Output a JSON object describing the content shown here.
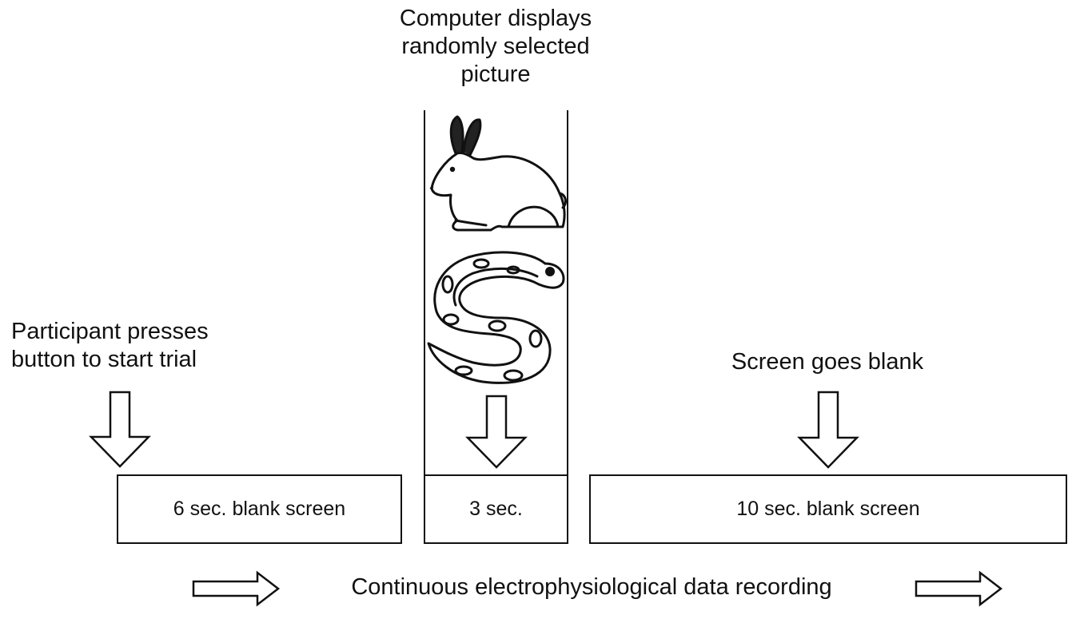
{
  "labels": {
    "computer_display": "Computer displays randomly selected picture",
    "participant_start": "Participant presses button to start trial",
    "screen_blank": "Screen goes blank",
    "recording": "Continuous electrophysiological data recording"
  },
  "boxes": {
    "first_blank": "6 sec. blank screen",
    "picture": "3 sec.",
    "second_blank": "10 sec. blank screen"
  },
  "stimuli": [
    "rabbit-icon",
    "snake-icon"
  ],
  "colors": {
    "stroke": "#111111",
    "background": "#ffffff"
  }
}
